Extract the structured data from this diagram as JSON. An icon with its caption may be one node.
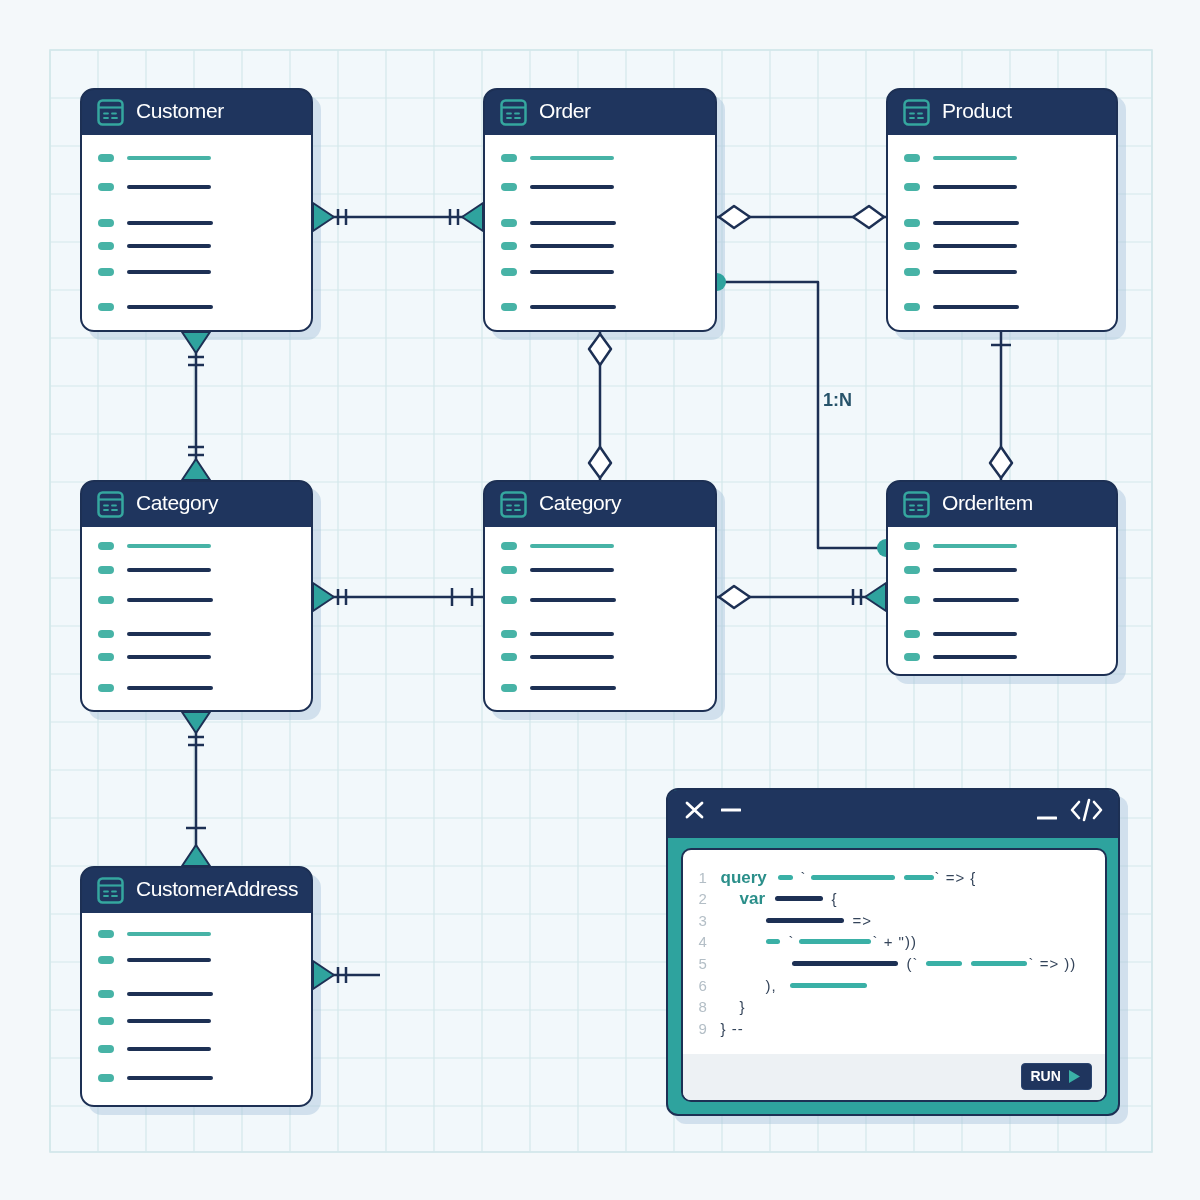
{
  "diagram": {
    "nodes": [
      {
        "text": [
          "Customer"
        ]
      },
      {
        "text": [
          "Order"
        ]
      },
      {
        "text": [
          "Product"
        ]
      },
      {
        "text": [
          "Category"
        ]
      },
      {
        "text": [
          "Category"
        ]
      },
      {
        "text": [
          "OrderItem"
        ]
      },
      {
        "text": [
          "CustomerAddress"
        ]
      }
    ],
    "edges": [
      {
        "from": 0,
        "to": 1,
        "arrow": "other"
      },
      {
        "from": 1,
        "to": 2,
        "arrow": "other"
      },
      {
        "from": 1,
        "to": 5,
        "arrow": "other",
        "label": "1:N"
      },
      {
        "from": 0,
        "to": 3,
        "arrow": "other"
      },
      {
        "from": 1,
        "to": 4,
        "arrow": "other"
      },
      {
        "from": 2,
        "to": 5,
        "arrow": "other"
      },
      {
        "from": 3,
        "to": 4,
        "arrow": "other"
      },
      {
        "from": 4,
        "to": 5,
        "arrow": "other"
      },
      {
        "from": 3,
        "to": 6,
        "arrow": "other"
      },
      {
        "from": 6,
        "to": null,
        "arrow": "other"
      }
    ],
    "labels": [
      "1",
      "query",
      "`",
      "` => {",
      "2",
      "var",
      "{",
      "3",
      "=>",
      "4",
      "`",
      "` + \"))",
      "5",
      "(`",
      "` => ))",
      "6",
      "),",
      "8",
      "}",
      "9",
      "} --",
      "RUN"
    ]
  }
}
